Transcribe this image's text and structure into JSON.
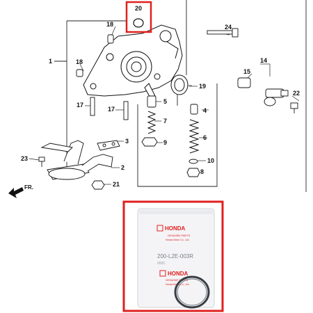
{
  "diagram": {
    "callouts": [
      {
        "id": "20",
        "label": "20"
      },
      {
        "id": "18a",
        "label": "18"
      },
      {
        "id": "24",
        "label": "24"
      },
      {
        "id": "1",
        "label": "1"
      },
      {
        "id": "18b",
        "label": "18"
      },
      {
        "id": "14",
        "label": "14"
      },
      {
        "id": "15",
        "label": "15"
      },
      {
        "id": "19",
        "label": "19"
      },
      {
        "id": "22",
        "label": "22"
      },
      {
        "id": "17a",
        "label": "17"
      },
      {
        "id": "17b",
        "label": "17"
      },
      {
        "id": "5",
        "label": "5"
      },
      {
        "id": "4",
        "label": "4"
      },
      {
        "id": "7",
        "label": "7"
      },
      {
        "id": "6",
        "label": "6"
      },
      {
        "id": "3",
        "label": "3"
      },
      {
        "id": "9",
        "label": "9"
      },
      {
        "id": "10",
        "label": "10"
      },
      {
        "id": "23",
        "label": "23"
      },
      {
        "id": "2",
        "label": "2"
      },
      {
        "id": "8",
        "label": "8"
      },
      {
        "id": "21",
        "label": "21"
      }
    ],
    "direction_label": "FR.",
    "highlight_color": "#e0201f"
  },
  "photo": {
    "brand_top": "HONDA",
    "genuine_text_top": "GENUINE PARTS",
    "company_text_top": "Honda Motor Co., Ltd.",
    "part_number": "200-L2E-003R",
    "lot_code": "0000",
    "brand_bottom": "HONDA",
    "genuine_text_bottom": "GENUINE PARTS",
    "company_text_bottom": "Honda Motor Co., Ltd.",
    "highlight_color": "#e0201f"
  }
}
